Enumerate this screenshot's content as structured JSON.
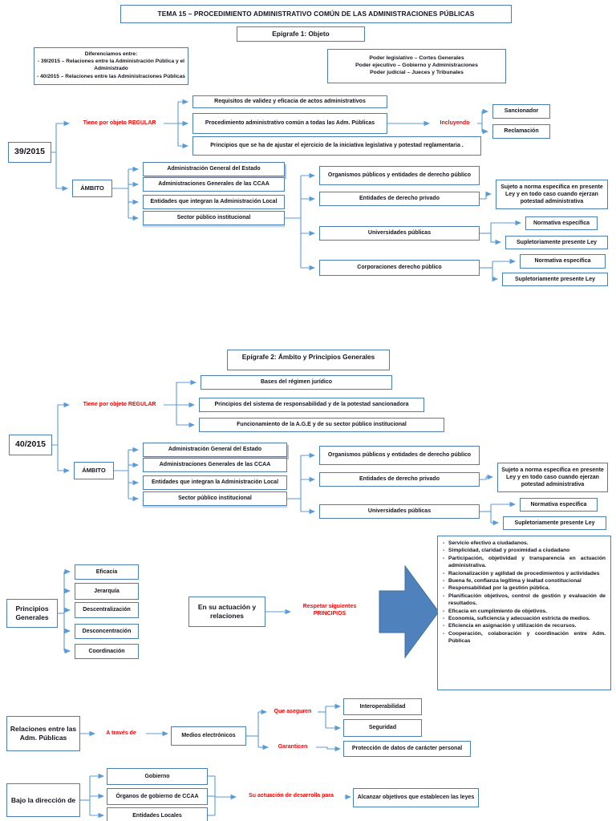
{
  "colors": {
    "box_border": "#4a7fb5",
    "connector": "#5b9bd5",
    "red_text": "#ff0000",
    "arrow_fill": "#4f81bd"
  },
  "title": "TEMA 15 – PROCEDIMIENTO ADMINISTRATIVO COMÚN DE LAS ADMINISTRACIONES PÚBLICAS",
  "ep1": {
    "heading": "Epígrafe 1: Objeto",
    "diff": {
      "intro": "Diferenciamos entre:",
      "items": [
        "39/2015 – Relaciones entre la Administración Pública y el Administrado",
        "40/2015 – Relaciones entre las Administraciones Públicas"
      ]
    },
    "poderes": [
      "Poder legislativo – Cortes Generales",
      "Poder ejecutivo – Gobierno y Administraciones",
      "Poder judicial – Jueces y Tribunales"
    ],
    "law": "39/2015",
    "regular_label": "Tiene por objeto  REGULAR",
    "objects": [
      "Requisitos de validez y eficacia de actos administrativos",
      "Procedimiento administrativo  común a todas las Adm. Públicas",
      "Principios que se ha de ajustar el ejercicio de la iniciativa   legislativa y potestad reglamentaria ."
    ],
    "incluyendo_label": "Incluyendo",
    "incluyendo_items": [
      "Sancionador",
      "Reclamación"
    ],
    "ambito_label": "ÁMBITO",
    "ambito_items": [
      "Administración General del Estado",
      "Administraciones Generales de las CCAA",
      "Entidades que integran la Administración Local",
      "Sector público institucional"
    ],
    "sector_items": [
      "Organismos públicos y entidades de derecho público",
      "Entidades de derecho privado",
      "Universidades públicas",
      "Corporaciones derecho público"
    ],
    "sujeto": "Sujeto a norma específica en presente Ley y  en todo caso cuando ejerzan potestad administrativa",
    "normativa": "Normativa específica",
    "supletoria": "Supletoriamente presente Ley"
  },
  "ep2": {
    "heading": "Epígrafe 2: Ámbito y Principios Generales",
    "law": "40/2015",
    "regular_label": "Tiene por objeto  REGULAR",
    "objects": [
      "Bases del régimen jurídico",
      "Principios del sistema de  responsabilidad y de la potestad sancionadora",
      "Funcionamiento de la A.G.E y de su sector público institucional"
    ],
    "ambito_label": "ÁMBITO",
    "ambito_items": [
      "Administración General del Estado",
      "Administraciones Generales de las CCAA",
      "Entidades que integran la Administración Local",
      "Sector público institucional"
    ],
    "sector_items": [
      "Organismos públicos y entidades de derecho público",
      "Entidades de derecho privado",
      "Universidades públicas"
    ],
    "sujeto": "Sujeto a norma específica en presente Ley y  en todo caso cuando ejerzan potestad administrativa",
    "normativa": "Normativa específica",
    "supletoria": "Supletoriamente presente Ley"
  },
  "principios": {
    "label": "Principios Generales",
    "items": [
      "Eficacia",
      "Jerarquía",
      "Descentralización",
      "Desconcentración",
      "Coordinación"
    ],
    "actuacion": "En su actuación y relaciones",
    "respetar_label": "Respetar siguientes PRINCIPIOS",
    "lista": [
      "Servicio efectivo a ciudadanos.",
      "Simplicidad, claridad y proximidad  a ciudadano",
      "Participación, objetividad y transparencia en actuación administrativa.",
      "Racionalización y agilidad de procedimientos y actividades",
      "Buena fe, confianza legítima y lealtad constitucional",
      "Responsabilidad por la gestión pública.",
      "Planificación objetivos, control de gestión y evaluación de resultados.",
      "Eficacia en cumplimiento de objetivos.",
      "Economía, suficiencia y adecuación estricta de medios.",
      "Eficiencia en asignación y utilización de recursos.",
      "Cooperación, colaboración y coordinación entre Adm. Públicas"
    ]
  },
  "relaciones": {
    "label": "Relaciones entre las Adm. Públicas",
    "a_traves_label": "A través de",
    "medios": "Medios electrónicos",
    "aseguren_label": "Que aseguren",
    "aseguren_items": [
      "Interoperabilidad",
      "Seguridad"
    ],
    "garanticen_label": "Garanticen",
    "garanticen_item": "Protección de datos de carácter personal"
  },
  "direccion": {
    "label": "Bajo la dirección de",
    "items": [
      "Gobierno",
      "Órganos de gobierno de CCAA",
      "Entidades Locales"
    ],
    "actuacion_label": "Su actuación de desarrolla para",
    "objetivo": "Alcanzar objetivos que establecen las leyes"
  }
}
